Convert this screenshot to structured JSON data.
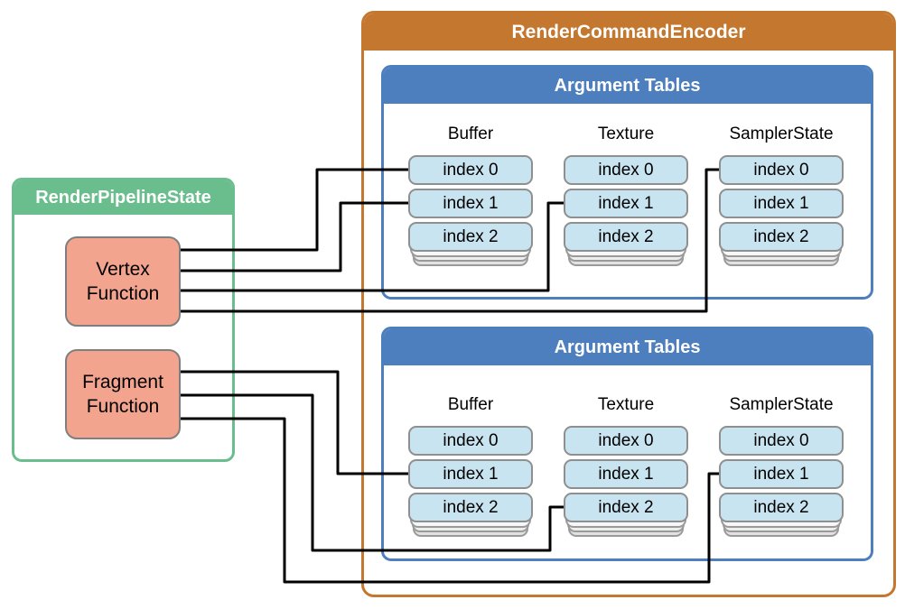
{
  "encoder": {
    "title": "RenderCommandEncoder",
    "color": "#C4772E"
  },
  "pipeline": {
    "title": "RenderPipelineState",
    "color": "#6ABE8E",
    "functions": [
      {
        "id": "vertex-function",
        "lines": [
          "Vertex",
          "Function"
        ],
        "fill": "#F2A48F"
      },
      {
        "id": "fragment-function",
        "lines": [
          "Fragment",
          "Function"
        ],
        "fill": "#F2A48F"
      }
    ]
  },
  "argument_tables": [
    {
      "title": "Argument Tables",
      "header_color": "#4D7EBE",
      "slot_fill": "#C8E4F0",
      "columns": [
        {
          "header": "Buffer",
          "slots": [
            "index 0",
            "index 1",
            "index 2"
          ]
        },
        {
          "header": "Texture",
          "slots": [
            "index 0",
            "index 1",
            "index 2"
          ]
        },
        {
          "header": "SamplerState",
          "slots": [
            "index 0",
            "index 1",
            "index 2"
          ]
        }
      ]
    },
    {
      "title": "Argument Tables",
      "header_color": "#4D7EBE",
      "slot_fill": "#C8E4F0",
      "columns": [
        {
          "header": "Buffer",
          "slots": [
            "index 0",
            "index 1",
            "index 2"
          ]
        },
        {
          "header": "Texture",
          "slots": [
            "index 0",
            "index 1",
            "index 2"
          ]
        },
        {
          "header": "SamplerState",
          "slots": [
            "index 0",
            "index 1",
            "index 2"
          ]
        }
      ]
    }
  ],
  "connections": [
    {
      "from": "Vertex Function",
      "table": 0,
      "column": "Buffer",
      "slot": "index 0",
      "label": "Vertex Function to top Argument Tables Buffer index 0"
    },
    {
      "from": "Vertex Function",
      "table": 0,
      "column": "Buffer",
      "slot": "index 1",
      "label": "Vertex Function to top Argument Tables Buffer index 1"
    },
    {
      "from": "Vertex Function",
      "table": 0,
      "column": "Texture",
      "slot": "index 1",
      "label": "Vertex Function to top Argument Tables Texture index 1"
    },
    {
      "from": "Vertex Function",
      "table": 0,
      "column": "SamplerState",
      "slot": "index 0",
      "label": "Vertex Function to top Argument Tables SamplerState index 0"
    },
    {
      "from": "Fragment Function",
      "table": 1,
      "column": "Buffer",
      "slot": "index 1",
      "label": "Fragment Function to bottom Argument Tables Buffer index 1"
    },
    {
      "from": "Fragment Function",
      "table": 1,
      "column": "Texture",
      "slot": "index 2",
      "label": "Fragment Function to bottom Argument Tables Texture index 2"
    },
    {
      "from": "Fragment Function",
      "table": 1,
      "column": "SamplerState",
      "slot": "index 1",
      "label": "Fragment Function to bottom Argument Tables SamplerState index 1"
    }
  ],
  "colors": {
    "encoder_orange": "#C4772E",
    "table_blue": "#4D7EBE",
    "slot_fill": "#C8E4F0",
    "slot_border": "#8F8F8F",
    "pipeline_green": "#6ABE8E",
    "function_fill": "#F2A48F",
    "connector": "#000000"
  }
}
